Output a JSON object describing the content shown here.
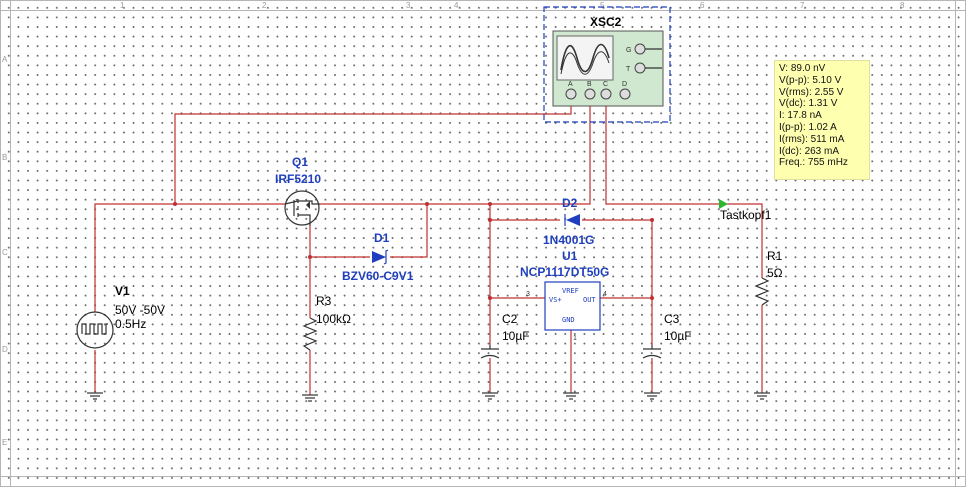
{
  "ruler": {
    "top": [
      "1",
      "2",
      "3",
      "4",
      "5",
      "6",
      "7",
      "8"
    ],
    "left": [
      "A",
      "B",
      "C",
      "D",
      "E"
    ]
  },
  "components": {
    "V1": {
      "ref": "V1",
      "line1": "50V -50V",
      "line2": "0.5Hz"
    },
    "Q1": {
      "ref": "Q1",
      "part": "IRF5210"
    },
    "D1": {
      "ref": "D1",
      "part": "BZV60-C9V1"
    },
    "D2": {
      "ref": "D2",
      "part": "1N4001G"
    },
    "U1": {
      "ref": "U1",
      "part": "NCP1117DT50G",
      "pin_vref": "VREF",
      "pin_vs": "VS+",
      "pin_out": "OUT",
      "pin_gnd": "GND",
      "pin3": "3",
      "pin4": "4",
      "pin1": "1"
    },
    "R1": {
      "ref": "R1",
      "value": "5Ω"
    },
    "R3": {
      "ref": "R3",
      "value": "100kΩ"
    },
    "C2": {
      "ref": "C2",
      "value": "10µF"
    },
    "C3": {
      "ref": "C3",
      "value": "10µF"
    },
    "XSC2": {
      "ref": "XSC2",
      "pin_g": "G",
      "pin_t": "T",
      "pin_a": "A",
      "pin_b": "B",
      "pin_c": "C",
      "pin_d": "D"
    },
    "probe": {
      "label": "Tastkopf1"
    }
  },
  "probe_readout": [
    {
      "label": "V:",
      "value": "89.0 nV"
    },
    {
      "label": "V(p-p):",
      "value": "5.10 V"
    },
    {
      "label": "V(rms):",
      "value": "2.55 V"
    },
    {
      "label": "V(dc):",
      "value": "1.31 V"
    },
    {
      "label": "I:",
      "value": "17.8 nA"
    },
    {
      "label": "I(p-p):",
      "value": "1.02 A"
    },
    {
      "label": "I(rms):",
      "value": "511 mA"
    },
    {
      "label": "I(dc):",
      "value": "263 mA"
    },
    {
      "label": "Freq.:",
      "value": "755 mHz"
    }
  ],
  "colors": {
    "wire": "#c03030",
    "component": "#1f3fbf",
    "probe_marker": "#2fb82f",
    "readout_bg": "#ffffb0"
  }
}
